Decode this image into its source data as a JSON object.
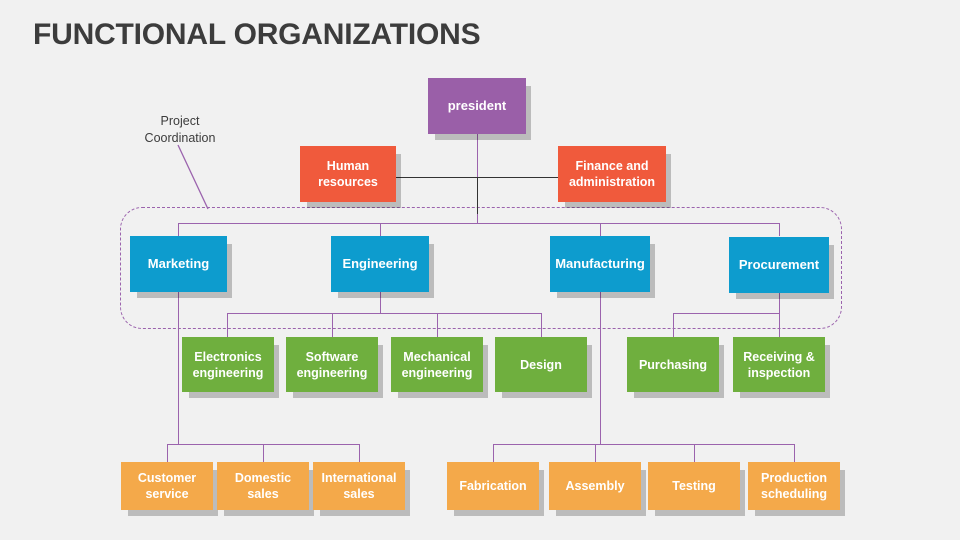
{
  "page": {
    "title": "FUNCTIONAL ORGANIZATIONS",
    "background_color": "#f1f1f1",
    "title_color": "#3c3c3c"
  },
  "annotations": [
    {
      "id": "project-coordination",
      "line1": "Project",
      "line2": "Coordination"
    }
  ],
  "colors": {
    "president": "#9a5fa8",
    "staff": "#f05a3c",
    "department": "#0d9cce",
    "subunit": "#6faf3e",
    "leaf": "#f4a94a",
    "connector_purple": "#9b63ad",
    "connector_black": "#333333",
    "dashed_boundary": "#9b63ad"
  },
  "chart_data": {
    "type": "diagram",
    "subtype": "organization-chart",
    "title": "FUNCTIONAL ORGANIZATIONS",
    "levels": [
      "president",
      "staff",
      "department",
      "subunit",
      "leaf"
    ],
    "nodes": [
      {
        "id": "president",
        "label": "president",
        "level": "president",
        "parent": null
      },
      {
        "id": "human-resources",
        "label": "Human resources",
        "level": "staff",
        "parent": "president"
      },
      {
        "id": "finance-and-administration",
        "label": "Finance and administration",
        "level": "staff",
        "parent": "president"
      },
      {
        "id": "marketing",
        "label": "Marketing",
        "level": "department",
        "parent": "president"
      },
      {
        "id": "engineering",
        "label": "Engineering",
        "level": "department",
        "parent": "president"
      },
      {
        "id": "manufacturing",
        "label": "Manufacturing",
        "level": "department",
        "parent": "president"
      },
      {
        "id": "procurement",
        "label": "Procurement",
        "level": "department",
        "parent": "president"
      },
      {
        "id": "electronics-engineering",
        "label": "Electronics engineering",
        "level": "subunit",
        "parent": "engineering"
      },
      {
        "id": "software-engineering",
        "label": "Software engineering",
        "level": "subunit",
        "parent": "engineering"
      },
      {
        "id": "mechanical-engineering",
        "label": "Mechanical engineering",
        "level": "subunit",
        "parent": "engineering"
      },
      {
        "id": "design",
        "label": "Design",
        "level": "subunit",
        "parent": "engineering"
      },
      {
        "id": "purchasing",
        "label": "Purchasing",
        "level": "subunit",
        "parent": "procurement"
      },
      {
        "id": "receiving-inspection",
        "label": "Receiving & inspection",
        "level": "subunit",
        "parent": "procurement"
      },
      {
        "id": "customer-service",
        "label": "Customer service",
        "level": "leaf",
        "parent": "marketing"
      },
      {
        "id": "domestic-sales",
        "label": "Domestic sales",
        "level": "leaf",
        "parent": "marketing"
      },
      {
        "id": "international-sales",
        "label": "International sales",
        "level": "leaf",
        "parent": "marketing"
      },
      {
        "id": "fabrication",
        "label": "Fabrication",
        "level": "leaf",
        "parent": "manufacturing"
      },
      {
        "id": "assembly",
        "label": "Assembly",
        "level": "leaf",
        "parent": "manufacturing"
      },
      {
        "id": "testing",
        "label": "Testing",
        "level": "leaf",
        "parent": "manufacturing"
      },
      {
        "id": "production-scheduling",
        "label": "Production scheduling",
        "level": "leaf",
        "parent": "manufacturing"
      }
    ],
    "groupings": [
      {
        "id": "project-coordination-boundary",
        "label": "Project Coordination",
        "members": [
          "marketing",
          "engineering",
          "manufacturing",
          "procurement"
        ]
      }
    ]
  },
  "nodes": {
    "president": {
      "line1": "president"
    },
    "human_resources": {
      "line1": "Human",
      "line2": "resources"
    },
    "finance_and_administration": {
      "line1": "Finance and",
      "line2": "administration"
    },
    "marketing": {
      "line1": "Marketing"
    },
    "engineering": {
      "line1": "Engineering"
    },
    "manufacturing": {
      "line1": "Manufacturing"
    },
    "procurement": {
      "line1": "Procurement"
    },
    "electronics_engineering": {
      "line1": "Electronics",
      "line2": "engineering"
    },
    "software_engineering": {
      "line1": "Software",
      "line2": "engineering"
    },
    "mechanical_engineering": {
      "line1": "Mechanical",
      "line2": "engineering"
    },
    "design": {
      "line1": "Design"
    },
    "purchasing": {
      "line1": "Purchasing"
    },
    "receiving_inspection": {
      "line1": "Receiving &",
      "line2": "inspection"
    },
    "customer_service": {
      "line1": "Customer",
      "line2": "service"
    },
    "domestic_sales": {
      "line1": "Domestic sales"
    },
    "international_sales": {
      "line1": "International",
      "line2": "sales"
    },
    "fabrication": {
      "line1": "Fabrication"
    },
    "assembly": {
      "line1": "Assembly"
    },
    "testing": {
      "line1": "Testing"
    },
    "production_scheduling": {
      "line1": "Production",
      "line2": "scheduling"
    }
  }
}
